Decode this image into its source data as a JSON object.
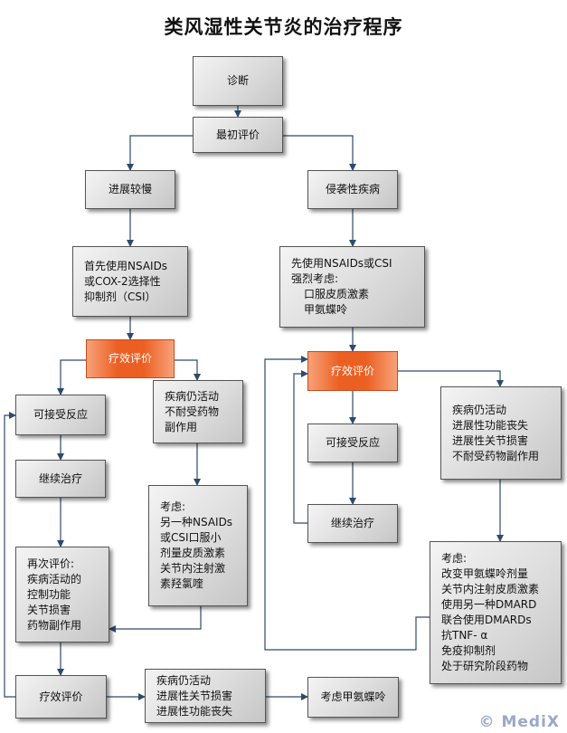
{
  "title": "类风湿性关节炎的治疗程序",
  "watermark": "© MediX",
  "nodes": {
    "diagnosis": "诊断",
    "initial_eval": "最初评价",
    "slow_progress": "进展较慢",
    "aggressive": "侵袭性疾病",
    "left_first_line": [
      "首先使用NSAIDs",
      "或COX-2选择性",
      "抑制剂（CSI）"
    ],
    "right_first_line": [
      "先使用NSAIDs或CSI",
      "强烈考虑:",
      "口服皮质激素",
      "甲氨蝶呤"
    ],
    "left_efficacy": "疗效评价",
    "right_efficacy": "疗效评价",
    "left_acceptable": "可接受反应",
    "left_active": [
      "疾病仍活动",
      "不耐受药物",
      "副作用"
    ],
    "left_continue": "继续治疗",
    "left_consider": [
      "考虑:",
      "另一种NSAIDs",
      "或CSI口服小",
      "剂量皮质激素",
      "关节内注射激",
      "素羟氯喹"
    ],
    "reeval": [
      "再次评价:",
      "疾病活动的",
      "控制功能",
      "关节损害",
      "药物副作用"
    ],
    "bottom_efficacy": "疗效评价",
    "bottom_active": [
      "疾病仍活动",
      "进展性关节损害",
      "进展性功能丧失"
    ],
    "consider_mtx": "考虑甲氨蝶呤",
    "right_acceptable": "可接受反应",
    "right_continue": "继续治疗",
    "right_active": [
      "疾病仍活动",
      "进展性功能丧失",
      "进展性关节损害",
      "不耐受药物副作用"
    ],
    "right_consider": [
      "考虑:",
      "改变甲氨蝶呤剂量",
      "关节内注射皮质激素",
      "使用另一种DMARD",
      "联合使用DMARDs",
      "抗TNF- α",
      "免疫抑制剂",
      "处于研究阶段药物"
    ]
  }
}
